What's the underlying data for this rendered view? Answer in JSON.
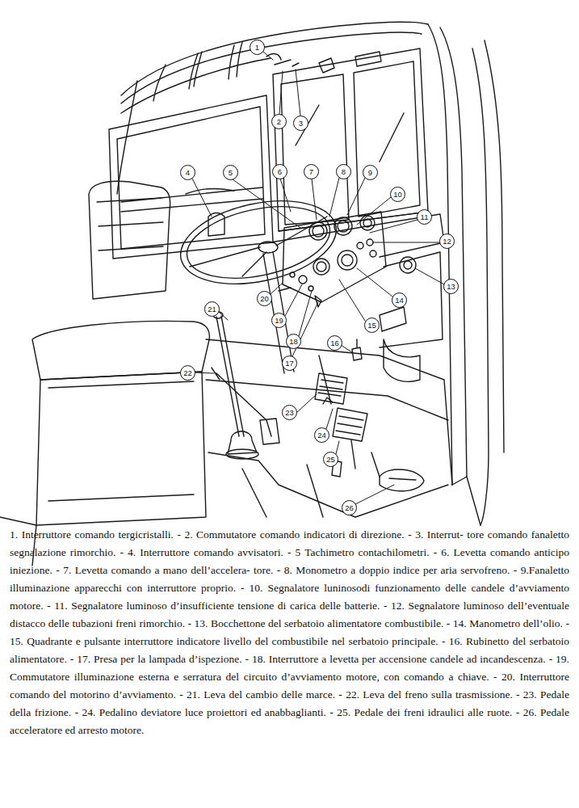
{
  "diagram": {
    "caption": "1. Interruttore comando tergicristalli. - 2. Commutatore comando indicatori di direzione. - 3. Interrut- tore comando fanaletto segnalazione rimorchio. - 4. Interruttore comando avvisatori. - 5 Tachimetro contachilometri. - 6. Levetta comando anticipo iniezione. - 7. Levetta comando a mano dell’accelera- tore. - 8. Monometro a doppio indice per aria servofreno. - 9.Fanaletto illuminazione apparecchi con interruttore proprio. - 10. Segnalatore luninosodi funzionamento delle candele d’avviamento motore. - 11. Segnalatore luminoso d’insufficiente tensione di carica delle batterie. - 12. Segnalatore luminoso dell’eventuale distacco delle tubazioni freni rimorchio. - 13. Bocchettone del serbatoio alimentatore combustibile. - 14. Manometro dell’olio. - 15. Quadrante e pulsante interruttore indicatore livello del combustibile nel serbatoio principale. - 16. Rubinetto del serbatoio alimentatore. - 17. Presa per la lampada d’ispezione. - 18. Interruttore a levetta per accensione candele ad incandescenza. - 19. Commutatore illuminazione esterna e serratura del circuito d’avviamento motore, con comando a chiave. - 20. Interruttore comando del motorino d’avviamento. - 21. Leva del cambio delle marce. - 22. Leva del freno sulla trasmissione. - 23. Pedale della frizione. - 24. Pedalino deviatore luce proiettori ed anabbaglianti. - 25. Pedale dei freni idraulici alle ruote. - 26. Pedale acceleratore ed arresto motore.",
    "labels": [
      "1",
      "2",
      "3",
      "4",
      "5",
      "6",
      "7",
      "8",
      "9",
      "10",
      "11",
      "12",
      "13",
      "14",
      "15",
      "16",
      "17",
      "18",
      "19",
      "20",
      "21",
      "22",
      "23",
      "24",
      "25",
      "26"
    ]
  }
}
